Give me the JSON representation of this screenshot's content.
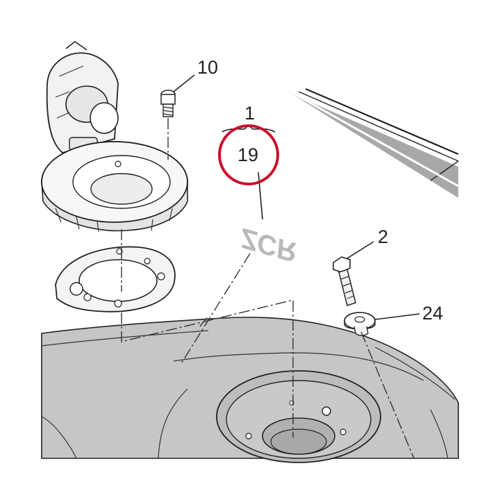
{
  "callouts": {
    "screw_top": "10",
    "assembly_group": "1",
    "decal_part": "19",
    "bolt": "2",
    "washer": "24"
  },
  "decal_text": "ZCR",
  "colors": {
    "highlight_circle": "#c8102e",
    "tank_fill": "#c6c6c6",
    "tank_stripe": "#9a9a9a",
    "line": "#222222",
    "decal_gray": "#b9b9b9"
  },
  "icons": {
    "cap_assembly": "fuel-cap-icon",
    "gasket": "gasket-ring-icon",
    "screw": "screw-icon",
    "bolt": "bolt-icon",
    "washer": "washer-icon"
  }
}
